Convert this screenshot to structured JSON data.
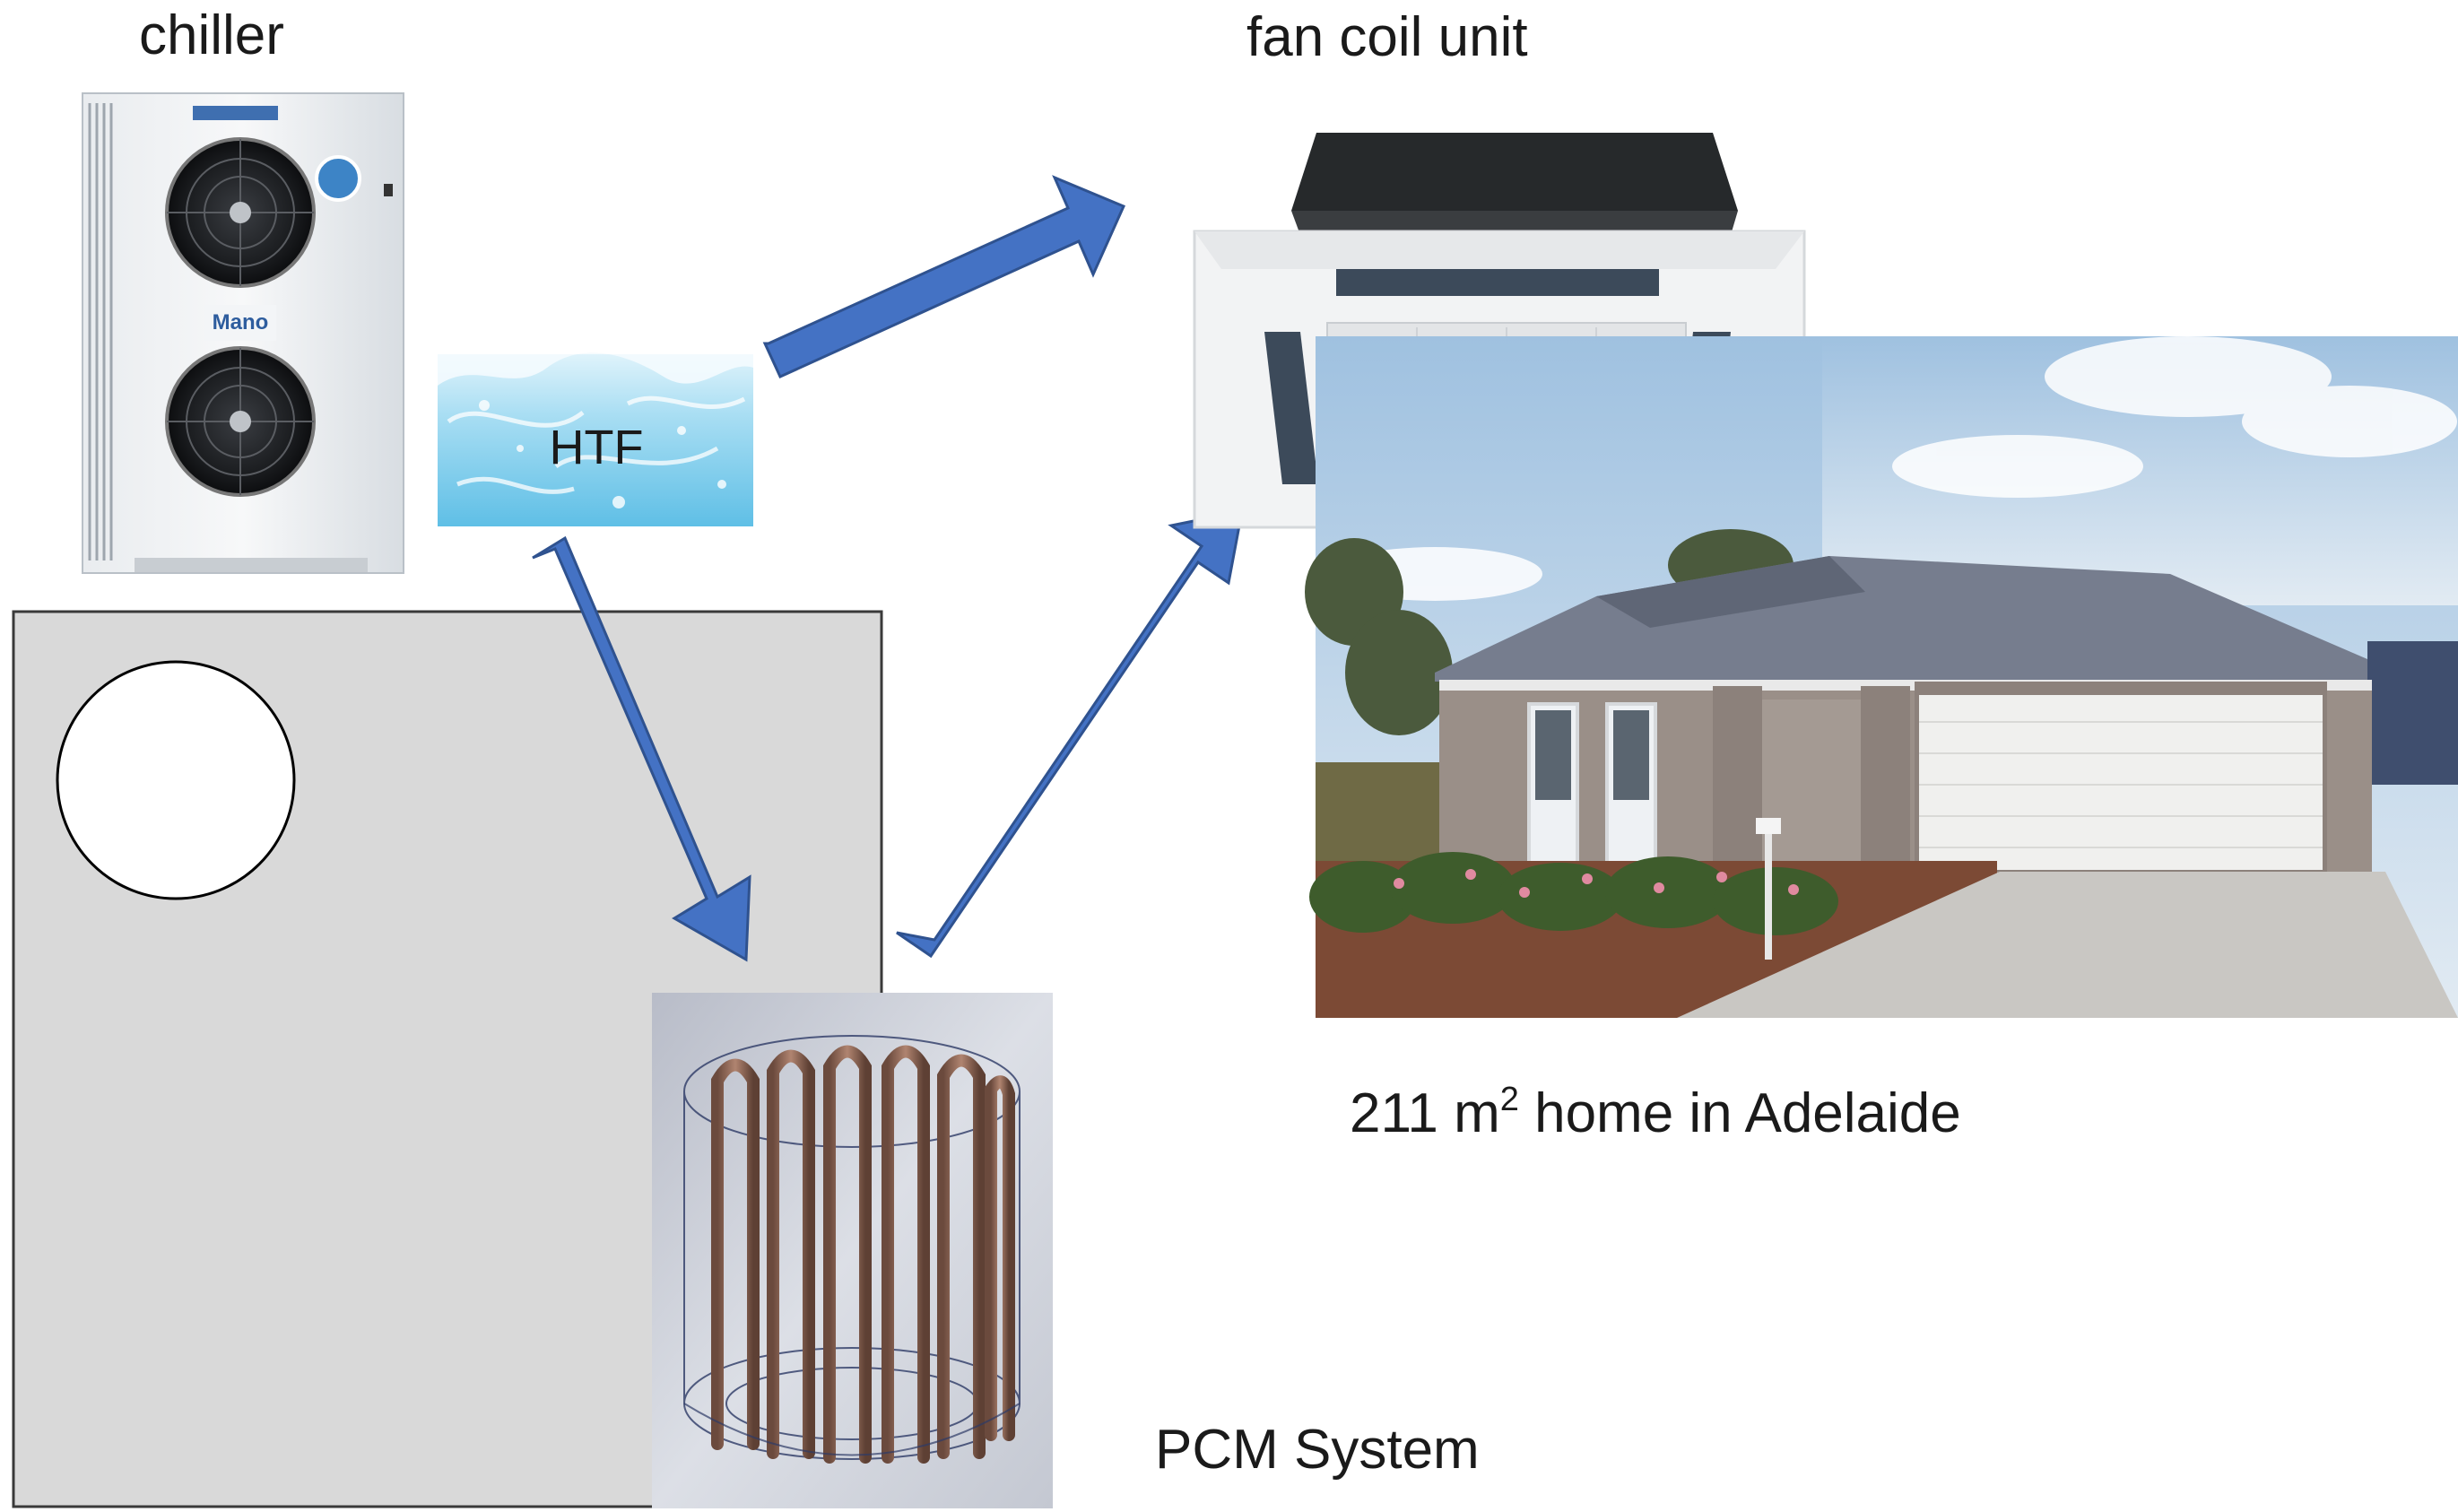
{
  "labels": {
    "chiller": "chiller",
    "fan_coil_unit": "fan coil unit",
    "htf": "HTF",
    "home_area_number": "211 m",
    "home_area_superscript": "2",
    "home_area_rest": " home in Adelaide",
    "pcm_system": "PCM System"
  },
  "chiller_device": {
    "brand_text": "Mano"
  },
  "colors": {
    "arrow_fill": "#4472c4",
    "arrow_stroke": "#2f528f",
    "gray_panel": "#d9d9d9",
    "htf_water": "#8fd3ee",
    "house_wall": "#9a8f88",
    "roof": "#767d8e",
    "sky": "#c7d9ea"
  }
}
